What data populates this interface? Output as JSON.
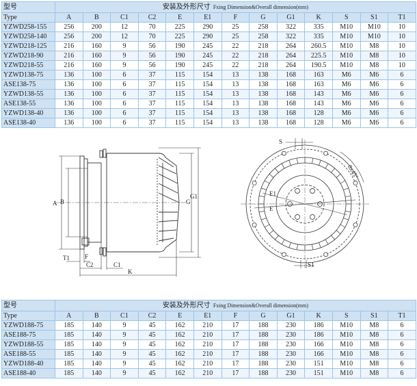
{
  "table_top": {
    "type_cn": "型号",
    "type_en": "Type",
    "title_cn": "安装及外形尺寸",
    "title_en": "Fxing Dimension&Overall dimension(mm)",
    "columns": [
      "A",
      "B",
      "C1",
      "C2",
      "E",
      "E1",
      "F",
      "G",
      "G1",
      "K",
      "S",
      "S1",
      "T1"
    ],
    "rows": [
      [
        "YZWD258-155",
        "256",
        "200",
        "12",
        "70",
        "225",
        "290",
        "25",
        "258",
        "322",
        "335",
        "M10",
        "M10",
        "10"
      ],
      [
        "YZWD258-140",
        "256",
        "200",
        "12",
        "70",
        "225",
        "290",
        "25",
        "258",
        "322",
        "335",
        "M10",
        "M10",
        "10"
      ],
      [
        "YZWD218-125",
        "216",
        "160",
        "9",
        "56",
        "190",
        "245",
        "22",
        "218",
        "264",
        "260.5",
        "M10",
        "M8",
        "10"
      ],
      [
        "YZWD218-90",
        "216",
        "160",
        "9",
        "56",
        "190",
        "245",
        "22",
        "218",
        "264",
        "225.5",
        "M10",
        "M8",
        "10"
      ],
      [
        "YZWD218-55",
        "216",
        "160",
        "9",
        "56",
        "190",
        "245",
        "22",
        "218",
        "264",
        "190.5",
        "M10",
        "M8",
        "10"
      ],
      [
        "YZWD138-75",
        "136",
        "100",
        "6",
        "37",
        "115",
        "154",
        "13",
        "138",
        "168",
        "163",
        "M6",
        "M6",
        "6"
      ],
      [
        "ASE138-75",
        "136",
        "100",
        "6",
        "37",
        "115",
        "154",
        "13",
        "138",
        "168",
        "163",
        "M6",
        "M6",
        "6"
      ],
      [
        "YZWD138-55",
        "136",
        "100",
        "6",
        "37",
        "115",
        "154",
        "13",
        "138",
        "168",
        "143",
        "M6",
        "M6",
        "6"
      ],
      [
        "ASE138-55",
        "136",
        "100",
        "6",
        "37",
        "115",
        "154",
        "13",
        "138",
        "168",
        "143",
        "M6",
        "M6",
        "6"
      ],
      [
        "YZWD138-40",
        "136",
        "100",
        "6",
        "37",
        "115",
        "154",
        "13",
        "138",
        "168",
        "128",
        "M6",
        "M6",
        "6"
      ],
      [
        "ASE138-40",
        "136",
        "100",
        "6",
        "37",
        "115",
        "154",
        "13",
        "138",
        "168",
        "128",
        "M6",
        "M6",
        "6"
      ]
    ]
  },
  "table_bottom": {
    "type_cn": "型号",
    "type_en": "Type",
    "title_cn": "安装及外形尺寸",
    "title_en": "Fxing Dimension&Overall dimension(mm)",
    "columns": [
      "A",
      "B",
      "C1",
      "C2",
      "E",
      "E1",
      "F",
      "G",
      "G1",
      "K",
      "S",
      "S1",
      "T1"
    ],
    "rows": [
      [
        "YZWD188-75",
        "185",
        "140",
        "9",
        "45",
        "162",
        "210",
        "17",
        "188",
        "230",
        "186",
        "M10",
        "M8",
        "6"
      ],
      [
        "ASE188-75",
        "185",
        "140",
        "9",
        "45",
        "162",
        "210",
        "17",
        "188",
        "230",
        "186",
        "M10",
        "M8",
        "6"
      ],
      [
        "YZWD188-55",
        "185",
        "140",
        "9",
        "45",
        "162",
        "210",
        "17",
        "188",
        "230",
        "166",
        "M10",
        "M8",
        "6"
      ],
      [
        "ASE188-55",
        "185",
        "140",
        "9",
        "45",
        "162",
        "210",
        "17",
        "188",
        "230",
        "166",
        "M10",
        "M8",
        "6"
      ],
      [
        "YZWD188-40",
        "185",
        "140",
        "9",
        "45",
        "162",
        "210",
        "17",
        "188",
        "230",
        "151",
        "M10",
        "M8",
        "6"
      ],
      [
        "ASE188-40",
        "185",
        "140",
        "9",
        "45",
        "162",
        "210",
        "17",
        "188",
        "230",
        "151",
        "M10",
        "M8",
        "6"
      ]
    ]
  },
  "side_drawing": {
    "labels": {
      "A": "A",
      "B": "B",
      "G": "G",
      "G1": "G1",
      "T1": "T1",
      "F": "F",
      "C2": "C2",
      "C1": "C1",
      "K": "K"
    }
  },
  "front_drawing": {
    "labels": {
      "S": "S",
      "S1": "S1",
      "E1": "E1",
      "E": "E",
      "holes": "8x45°"
    }
  }
}
